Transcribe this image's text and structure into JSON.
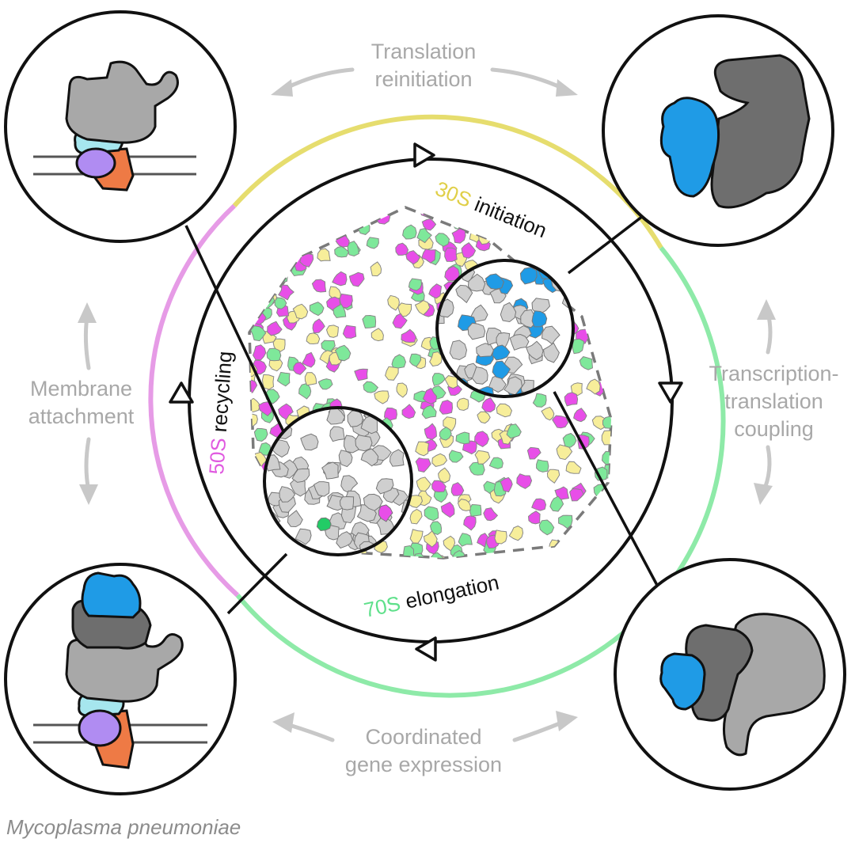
{
  "labels": {
    "top": [
      "Translation",
      "reinitiation"
    ],
    "left": [
      "Membrane",
      "attachment"
    ],
    "right": [
      "Transcription-",
      "translation",
      "coupling"
    ],
    "bottom": [
      "Coordinated",
      "gene expression"
    ]
  },
  "cycle": {
    "initiation": {
      "prefix": "30S",
      "word": " initiation"
    },
    "elongation": {
      "prefix": "70S",
      "word": " elongation"
    },
    "recycling": {
      "prefix": "50S",
      "word": " recycling"
    }
  },
  "species": "Mycoplasma pneumoniae",
  "colors": {
    "initiation": "#e6dd6e",
    "elongation": "#8eeaa8",
    "recycling": "#e69be6",
    "light_gray": "#cfcfcf",
    "dark_gray": "#6e6e6e",
    "mid_gray": "#a8a8a8",
    "blue": "#1f9be6",
    "light_blue": "#a6e6ee",
    "purple": "#b08cf2",
    "orange": "#ee7a45",
    "ribosome_magenta": "#e84ee8",
    "ribosome_yellow": "#f7ee9a",
    "ribosome_green": "#7ee89a"
  }
}
